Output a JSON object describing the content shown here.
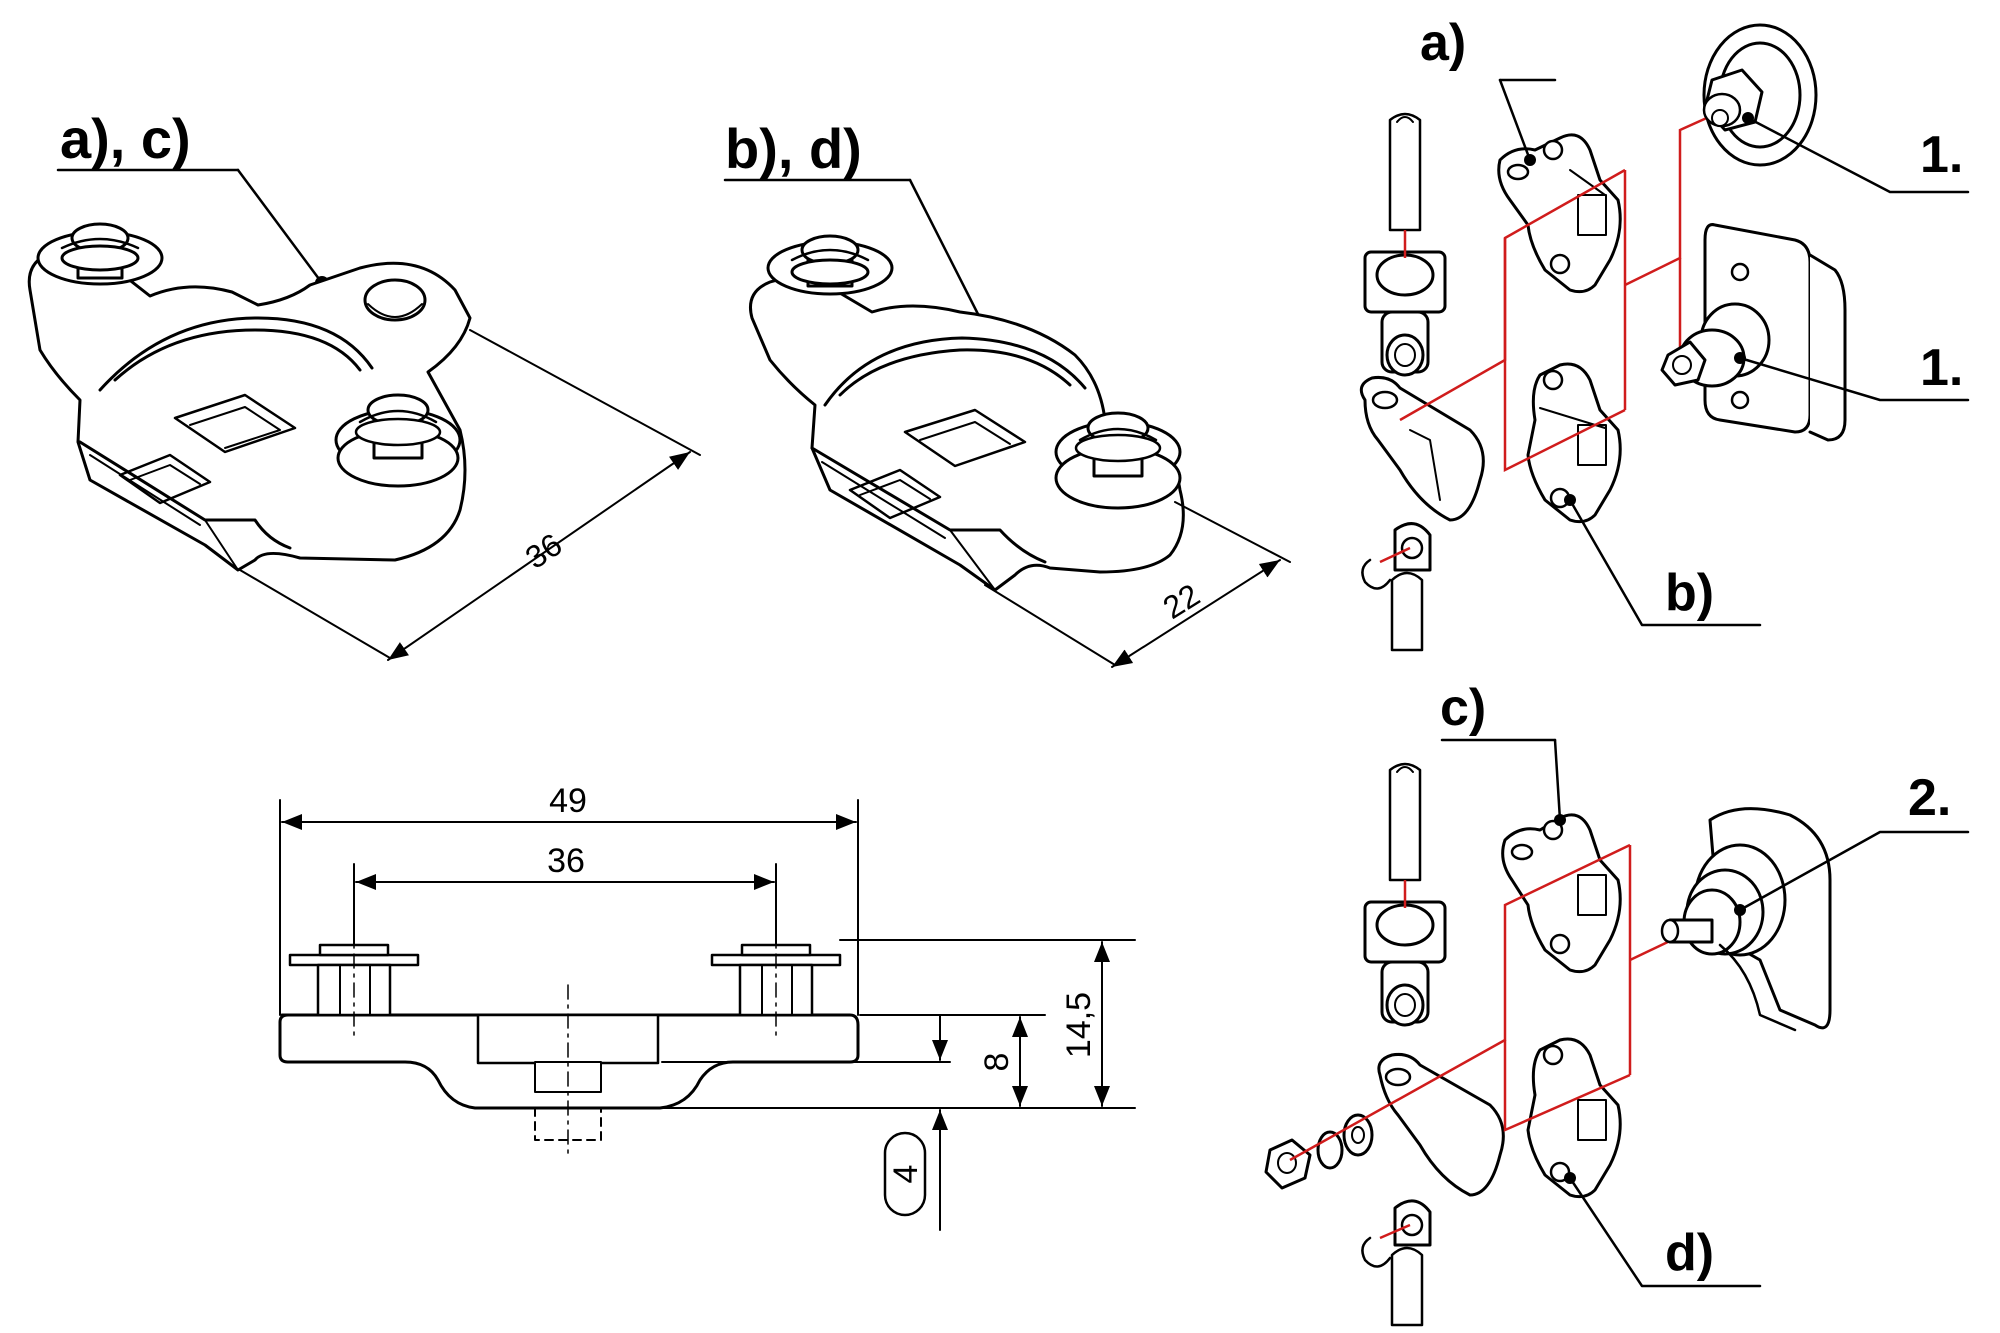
{
  "labels": {
    "ac": "a), c)",
    "bd": "b), d)",
    "a": "a)",
    "b": "b)",
    "c": "c)",
    "d": "d)",
    "one_top": "1.",
    "one_bottom": "1.",
    "two": "2."
  },
  "dimensions": {
    "iso_ac": "36",
    "iso_bd": "22",
    "overall_width": "49",
    "pin_spacing": "36",
    "total_height": "14,5",
    "base_height": "8",
    "sink_depth": "4"
  },
  "colors": {
    "line": "#000000",
    "assembly_lines": "#d01c1c",
    "background": "#ffffff"
  }
}
